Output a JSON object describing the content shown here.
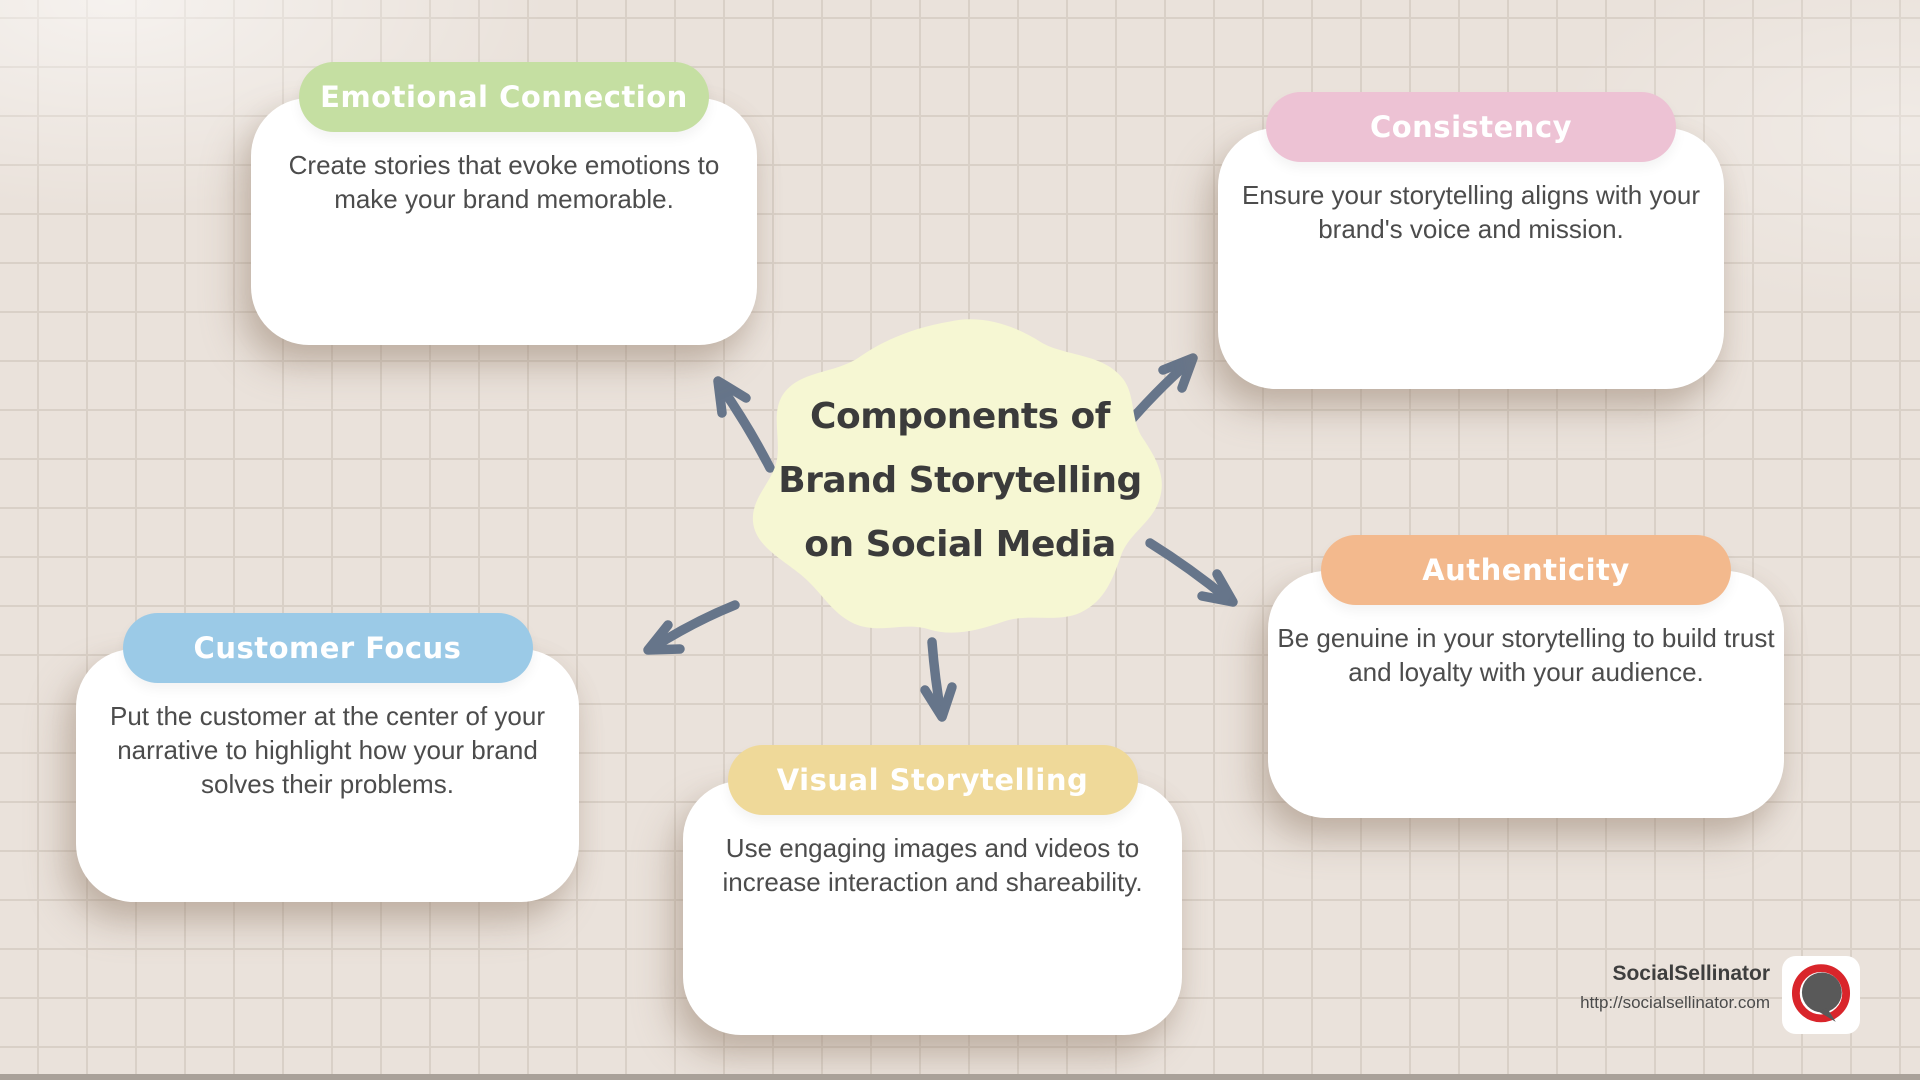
{
  "center": {
    "title_lines": [
      "Components of",
      "Brand Storytelling",
      "on Social Media"
    ]
  },
  "branches": [
    {
      "label": "Emotional Connection",
      "description": "Create stories that evoke emotions to make your brand memorable.",
      "color": "#c5dfa2"
    },
    {
      "label": "Consistency",
      "description": "Ensure your storytelling aligns with your brand's voice and mission.",
      "color": "#edc2d4"
    },
    {
      "label": "Customer Focus",
      "description": "Put the customer at the center of your narrative to highlight how your brand solves their problems.",
      "color": "#9bcae7"
    },
    {
      "label": "Visual Storytelling",
      "description": "Use engaging images and videos to increase interaction and shareability.",
      "color": "#efd999"
    },
    {
      "label": "Authenticity",
      "description": "Be genuine in your storytelling to build trust and loyalty with your audience.",
      "color": "#f3b98d"
    }
  ],
  "footer": {
    "brand": "SocialSellinator",
    "url": "http://socialsellinator.com"
  },
  "style": {
    "background": "#eae2db",
    "grid_line": "#d9d0c7",
    "arrow": "#66758a",
    "blob": "#f6f7d3",
    "card": "#ffffff",
    "body_text": "#4c4c4c",
    "title_text": "#3b3b3b",
    "logo_ring": "#d9252b",
    "logo_bubble": "#595959"
  }
}
